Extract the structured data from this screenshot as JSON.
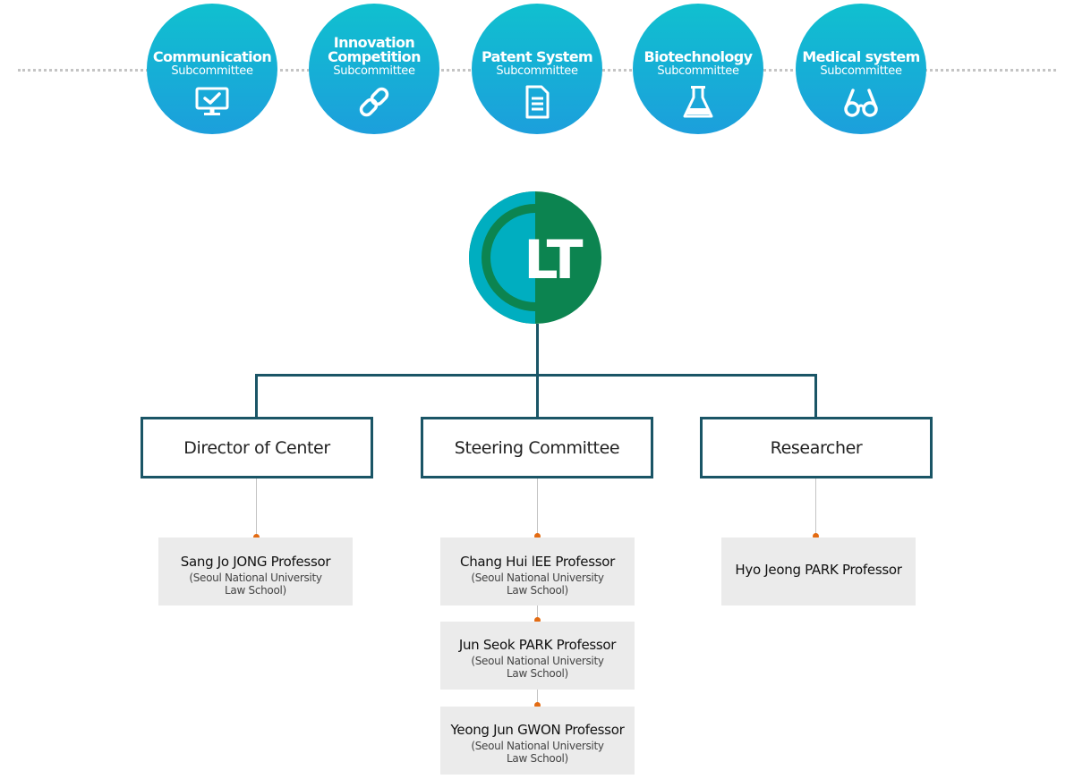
{
  "subcommittees": [
    {
      "title_lines": [
        "Communication"
      ],
      "subtitle": "Subcommittee",
      "icon": "monitor-check-icon"
    },
    {
      "title_lines": [
        "Innovation",
        "Competition"
      ],
      "subtitle": "Subcommittee",
      "icon": "link-icon"
    },
    {
      "title_lines": [
        "Patent System"
      ],
      "subtitle": "Subcommittee",
      "icon": "document-icon"
    },
    {
      "title_lines": [
        "Biotechnology"
      ],
      "subtitle": "Subcommittee",
      "icon": "flask-icon"
    },
    {
      "title_lines": [
        "Medical system"
      ],
      "subtitle": "Subcommittee",
      "icon": "glasses-icon"
    }
  ],
  "logo": {
    "text": "LT",
    "icon": "center-logo"
  },
  "roles": [
    {
      "label": "Director of Center"
    },
    {
      "label": "Steering Committee"
    },
    {
      "label": "Researcher"
    }
  ],
  "members": {
    "director": [
      {
        "name": "Sang Jo JONG  Professor",
        "affiliation_lines": [
          "(Seoul National University",
          "Law School)"
        ]
      }
    ],
    "steering": [
      {
        "name": "Chang Hui lEE  Professor",
        "affiliation_lines": [
          "(Seoul National University",
          "Law School)"
        ]
      },
      {
        "name": "Jun Seok PARK  Professor",
        "affiliation_lines": [
          "(Seoul National University",
          "Law School)"
        ]
      },
      {
        "name": "Yeong Jun GWON  Professor",
        "affiliation_lines": [
          "(Seoul National University",
          "Law School)"
        ]
      }
    ],
    "researcher": [
      {
        "name": "Hyo Jeong PARK  Professor"
      }
    ]
  },
  "colors": {
    "circle_top": "#10c0cf",
    "circle_bottom": "#1c9fdc",
    "box_border": "#1a5566",
    "logo_green": "#0c8450",
    "logo_teal": "#00aec0",
    "dot_orange": "#e36b12",
    "card_bg": "#ebebeb"
  }
}
